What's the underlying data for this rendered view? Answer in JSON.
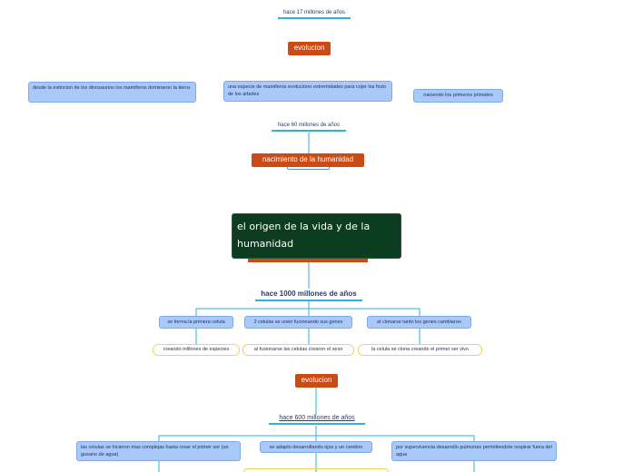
{
  "diagram": {
    "central_topic": "el origen de la vida y de la humanidad",
    "top_branch": {
      "period_17": "hace 17 millones de años",
      "evolucion": "evolucion",
      "facts": [
        "desde la extincion de los dinosaurios los mamiferos dominaron la tierra",
        "una especie de mamiferos evoluciono extremidades para cojer los fruto de los arboles",
        "naciendo los primeros primates"
      ],
      "period_60": "hace 60 millones de años",
      "nacimiento": "nacimiento de la humanidad"
    },
    "bottom_branch": {
      "period_1000": "hace 1000 millones de años",
      "steps": [
        "se forma la primera celula",
        "2 celulas se unen fucionando sus genes",
        "al clonarse tanto los genes cambiaron"
      ],
      "results": [
        "creando millones de especies",
        "al fusionarse las celulas crearon el sexo",
        "la celula se clona creando el primer ser vivo"
      ],
      "evolucion": "evolucion",
      "period_600": "hace 600 millones de años",
      "changes": [
        "las celulas se hicieron mas complejas hasta crear el primer ser (un gusano de agua)",
        "se adapto desarrollando ojos y un cerebro",
        "por supervivencia desarrollo pulmones permitiendole respirar fuera del agua"
      ]
    },
    "colors": {
      "central_bg": "#0d3d21",
      "orange": "#cc4a14",
      "blue_box": "#a9c9fb",
      "accent_line": "#2bb5d3",
      "yellow_border": "#f3d15a"
    }
  }
}
